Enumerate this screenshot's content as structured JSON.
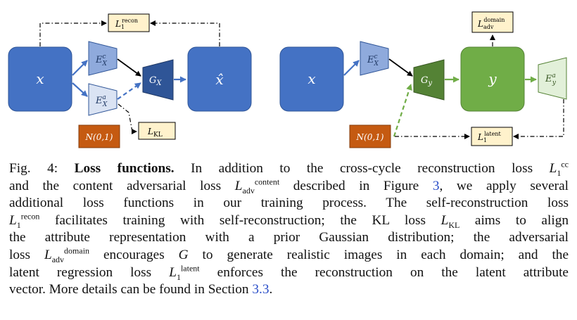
{
  "figure": {
    "left": {
      "x_label": "x",
      "ec_label": "E",
      "ec_sup": "c",
      "ec_sub": "X",
      "ea_label": "E",
      "ea_sup": "a",
      "ea_sub": "X",
      "g_label": "G",
      "g_sub": "X",
      "xhat_label": "x̂",
      "recon_L": "L",
      "recon_sub": "1",
      "recon_sup": "recon",
      "kl_L": "L",
      "kl_sub": "KL",
      "prior_label": "N(0,1)"
    },
    "right": {
      "x_label": "x",
      "ec_label": "E",
      "ec_sup": "c",
      "ec_sub": "X",
      "g_label": "G",
      "g_sub": "y",
      "y_label": "y",
      "ea_label": "E",
      "ea_sup": "a",
      "ea_sub": "y",
      "domain_L": "L",
      "domain_sub": "adv",
      "domain_sup": "domain",
      "latent_L": "L",
      "latent_sub": "1",
      "latent_sup": "latent",
      "prior_label": "N(0,1)"
    },
    "colors": {
      "blue_box": "#4472c4",
      "light_blue": "#8faadc",
      "pale_blue": "#dae3f3",
      "dark_navy": "#2f5597",
      "green_box": "#70ad47",
      "dark_green": "#548235",
      "pale_green": "#e2f0d9",
      "orange": "#c55a11",
      "loss_fill": "#fff2cc"
    }
  },
  "caption": {
    "fig_label": "Fig. 4:",
    "title": "Loss functions.",
    "l1_a": " In addition to the cross-cycle reconstruction loss ",
    "l1_L": "L",
    "l1_sub": "1",
    "l1_sup": "cc",
    "l2_a": "and the content adversarial loss ",
    "l2_L": "L",
    "l2_sub": "adv",
    "l2_sup": "content",
    "l2_b": " described in Figure ",
    "l2_ref": "3",
    "l2_c": ", we apply several",
    "l3": "additional loss functions in our training process. The self-reconstruction loss",
    "l4_L": "L",
    "l4_sub": "1",
    "l4_sup": "recon",
    "l4_a": " facilitates training with self-reconstruction; the KL loss ",
    "l4_L2": "L",
    "l4_sub2": "KL",
    "l4_b": " aims to align",
    "l5": "the attribute representation with a prior Gaussian distribution; the adversarial",
    "l6_a": "loss ",
    "l6_L": "L",
    "l6_sub": "adv",
    "l6_sup": "domain",
    "l6_b": " encourages ",
    "l6_G": "G",
    "l6_c": " to generate realistic images in each domain; and the",
    "l7_a": "latent regression loss ",
    "l7_L": "L",
    "l7_sub": "1",
    "l7_sup": "latent",
    "l7_b": " enforces the reconstruction on the latent attribute",
    "l8_a": "vector. More details can be found in Section ",
    "l8_ref": "3.3",
    "l8_b": "."
  }
}
